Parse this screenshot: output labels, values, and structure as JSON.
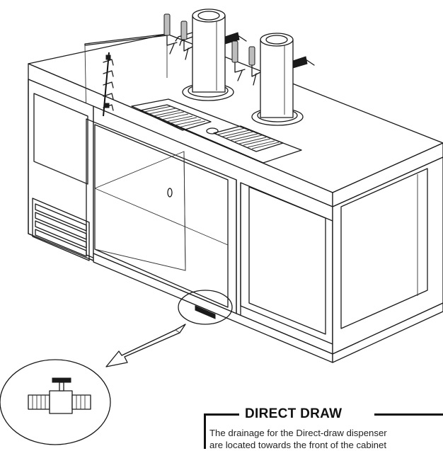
{
  "callout": {
    "title": "DIRECT DRAW",
    "lines": [
      "The drainage for the Direct-draw dispenser",
      "are located towards the front of the cabinet"
    ]
  },
  "icons": {
    "cabinet": "direct-draw-cabinet-illustration",
    "tower": "draft-beer-tower-icon",
    "valve": "drain-valve-icon",
    "arrow": "callout-arrow-icon"
  },
  "colors": {
    "line": "#1a1a1a",
    "fill": "#ffffff",
    "accent": "#bdbdbd"
  }
}
